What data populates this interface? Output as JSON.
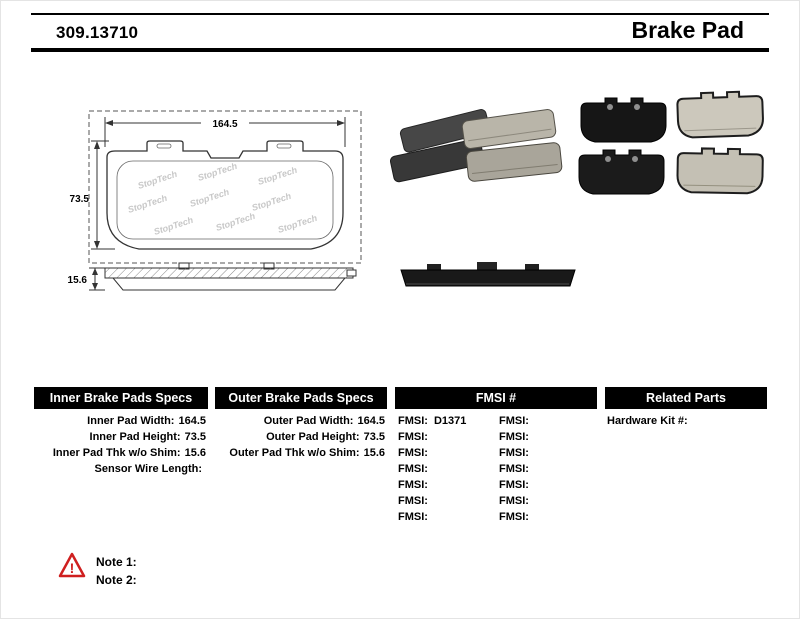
{
  "header": {
    "part_number": "309.13710",
    "title": "Brake Pad"
  },
  "drawing": {
    "watermark": "StopTech",
    "front": {
      "width": "164.5",
      "height": "73.5"
    },
    "side": {
      "thickness": "15.6"
    }
  },
  "specs": {
    "inner": {
      "title": "Inner Brake Pads Specs",
      "rows": [
        {
          "label": "Inner Pad Width:",
          "value": "164.5"
        },
        {
          "label": "Inner Pad Height:",
          "value": "73.5"
        },
        {
          "label": "Inner Pad Thk w/o Shim:",
          "value": "15.6"
        },
        {
          "label": "Sensor Wire Length:",
          "value": ""
        }
      ]
    },
    "outer": {
      "title": "Outer Brake Pads Specs",
      "rows": [
        {
          "label": "Outer Pad Width:",
          "value": "164.5"
        },
        {
          "label": "Outer Pad Height:",
          "value": "73.5"
        },
        {
          "label": "Outer Pad Thk w/o Shim:",
          "value": "15.6"
        }
      ]
    },
    "fmsi": {
      "title": "FMSI #",
      "label": "FMSI:",
      "col1": [
        "D1371",
        "",
        "",
        "",
        "",
        "",
        ""
      ],
      "col2": [
        "",
        "",
        "",
        "",
        "",
        "",
        ""
      ]
    },
    "related": {
      "title": "Related Parts",
      "rows": [
        {
          "label": "Hardware Kit #:",
          "value": ""
        }
      ]
    }
  },
  "notes": {
    "warning_icon": "!",
    "items": [
      "Note 1:",
      "Note 2:"
    ]
  },
  "colors": {
    "table_header_bg": "#000000",
    "table_header_text": "#ffffff",
    "warning_red": "#cf1f1f"
  }
}
